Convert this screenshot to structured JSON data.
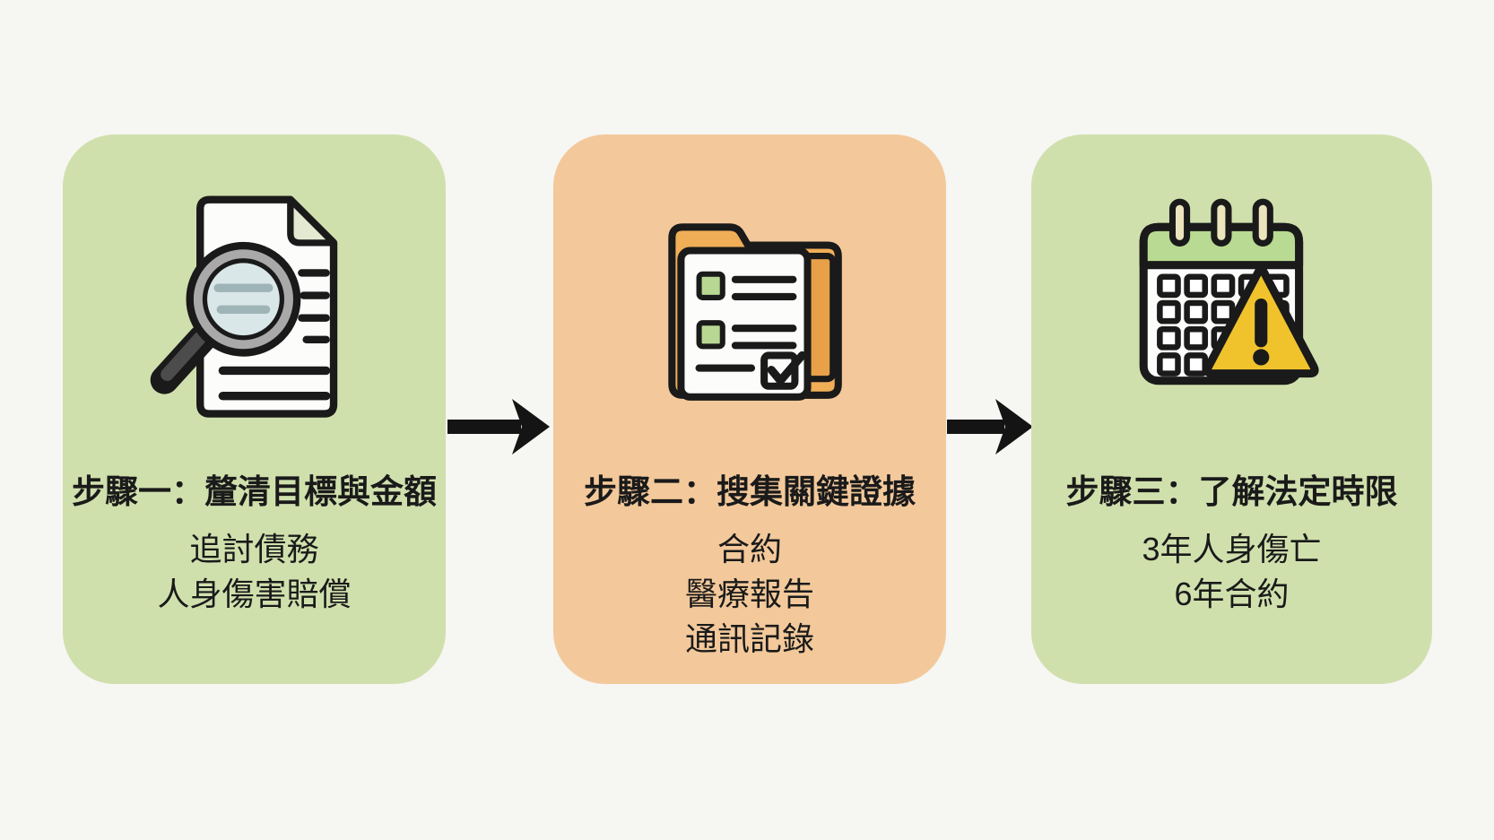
{
  "infographic": {
    "type": "three-step-process-flow",
    "step_count": 3
  },
  "colors": {
    "page-bg": "#f6f6f3",
    "card-green": "#d0e0ad",
    "card-orange": "#f3c99b",
    "arrow-black": "#141414",
    "text-dark": "#1a1a1a",
    "paper-white": "#fcfcfa",
    "fold-tint": "#e4e9d2",
    "magnifier-gray": "#a9a9a9",
    "lens-blue": "#d9e7e9",
    "lens-line": "#9fb4b6",
    "handle-gray": "#4c4c4c",
    "folder-orange": "#f0ae57",
    "folder-orange-dark": "#e8a049",
    "checkbox-green": "#b8d793",
    "calendar-green": "#b9da92",
    "ring-cream": "#ebe4bc",
    "warning-yellow": "#f0c32c"
  },
  "steps": [
    {
      "icon": "document-search-icon",
      "title": "步驟一：釐清目標與金額",
      "lines": [
        "追討債務",
        "人身傷害賠償"
      ]
    },
    {
      "icon": "folder-evidence-icon",
      "title": "步驟二：搜集關鍵證據",
      "lines": [
        "合約",
        "醫療報告",
        "通訊記錄"
      ]
    },
    {
      "icon": "calendar-deadline-icon",
      "title": "步驟三：了解法定時限",
      "lines": [
        "3年人身傷亡",
        "6年合約"
      ]
    }
  ]
}
